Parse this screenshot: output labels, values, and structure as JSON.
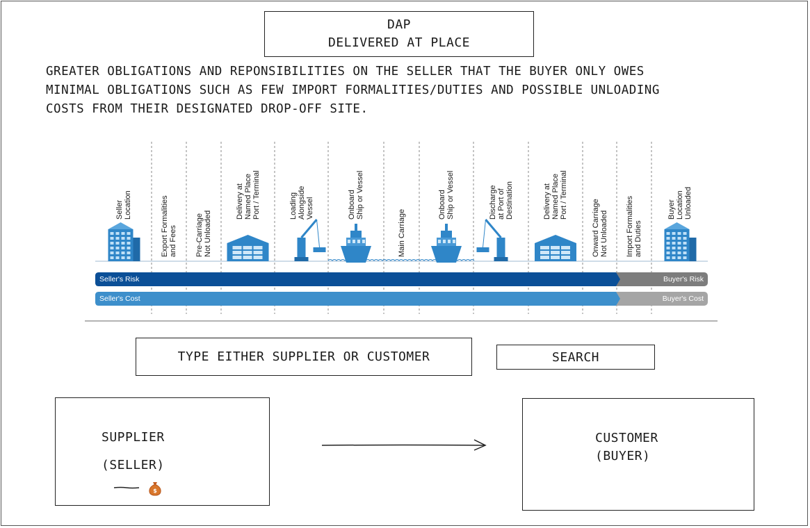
{
  "header": {
    "title_line1": "DAP",
    "title_line2": "DELIVERED AT PLACE"
  },
  "description": {
    "line1": "GREATER OBLIGATIONS AND REPONSIBILITIES ON THE SELLER THAT THE BUYER ONLY OWES",
    "line2": "MINIMAL OBLIGATIONS SUCH AS FEW IMPORT FORMALITIES/DUTIES AND POSSIBLE UNLOADING",
    "line3": "COSTS FROM THEIR DESIGNATED DROP-OFF SITE."
  },
  "diagram": {
    "columns": [
      {
        "label": "Seller\nLocation",
        "icon": "building-icon"
      },
      {
        "label": "Export Formalities\nand Fees",
        "icon": ""
      },
      {
        "label": "Pre-Carriage\nNot Unloaded",
        "icon": ""
      },
      {
        "label": "Delivery at\nNamed Place\nPort / Terminal",
        "icon": "warehouse-icon"
      },
      {
        "label": "Loading\nAlongside\nVessel",
        "icon": "crane-icon"
      },
      {
        "label": "Onboard\nShip or Vessel",
        "icon": "ship-icon"
      },
      {
        "label": "Main Carriage",
        "icon": ""
      },
      {
        "label": "Onboard\nShip or Vessel",
        "icon": "ship-icon"
      },
      {
        "label": "Discharge\nat Port of\nDestination",
        "icon": "crane-icon"
      },
      {
        "label": "Delivery at\nNamed Place\nPort / Terminal",
        "icon": "warehouse-icon"
      },
      {
        "label": "Onward Carriage\nNot Unloaded",
        "icon": ""
      },
      {
        "label": "Import Formalities\nand Duties",
        "icon": ""
      },
      {
        "label": "Buyer\nLocation\nUnloaded",
        "icon": "building-icon"
      }
    ],
    "risk_bar": {
      "seller_label": "Seller's Risk",
      "buyer_label": "Buyer's Risk",
      "seller_share": 0.85
    },
    "cost_bar": {
      "seller_label": "Seller's Cost",
      "buyer_label": "Buyer's Cost",
      "seller_share": 0.85
    },
    "colors": {
      "risk_blue": "#0b4f97",
      "cost_blue": "#3d8fcb",
      "buyer_gray": "#7d7d7d",
      "buyer_gray_light": "#a5a5a5",
      "icon_blue": "#2f86c8"
    }
  },
  "search": {
    "placeholder": "TYPE EITHER SUPPLIER OR CUSTOMER",
    "button_label": "SEARCH"
  },
  "supplier_card": {
    "title": "SUPPLIER",
    "subtitle": "(SELLER)",
    "icon": "money-bag-icon"
  },
  "customer_card": {
    "title": "CUSTOMER",
    "subtitle": "(BUYER)"
  }
}
